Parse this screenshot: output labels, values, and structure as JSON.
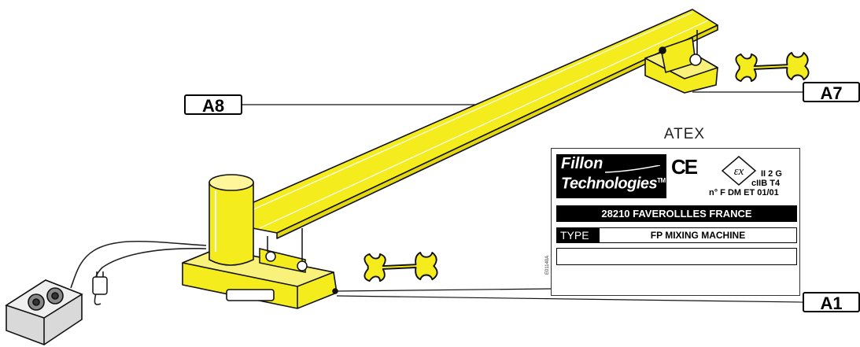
{
  "callouts": {
    "a8": "A8",
    "a7": "A7",
    "a1": "A1"
  },
  "atex": {
    "title": "ATEX",
    "brand_line1": "Fillon",
    "brand_line2": "Technologies",
    "trademark": "TM",
    "ce_mark": "CE",
    "group_mark": "II 2 G",
    "gas_class": "cIIB  T4",
    "certificate": "n° F DM ET 01/01",
    "address": "28210 FAVEROLLLES FRANCE",
    "type_label": "TYPE",
    "type_value": "FP MIXING MACHINE",
    "ref_code": "E01140A"
  },
  "colors": {
    "body": "#F5EC1E",
    "outline": "#222222",
    "background": "#FFFFFF",
    "plate_fill": "#000000"
  },
  "icons": [
    "wrench-icon",
    "ex-explosion-mark-icon",
    "ce-mark-icon"
  ]
}
